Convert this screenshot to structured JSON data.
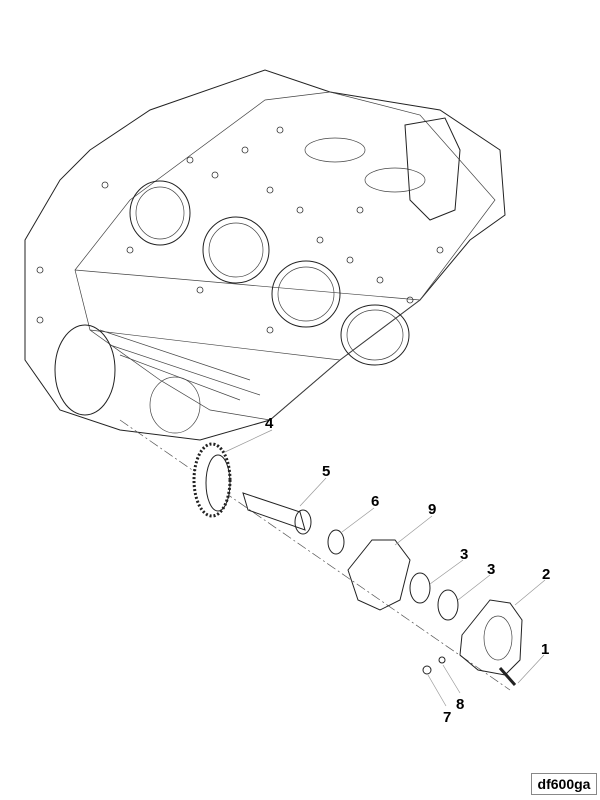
{
  "figure_id": "df600ga",
  "callouts": [
    "4",
    "5",
    "6",
    "9",
    "3",
    "3",
    "2",
    "1",
    "8",
    "7"
  ]
}
